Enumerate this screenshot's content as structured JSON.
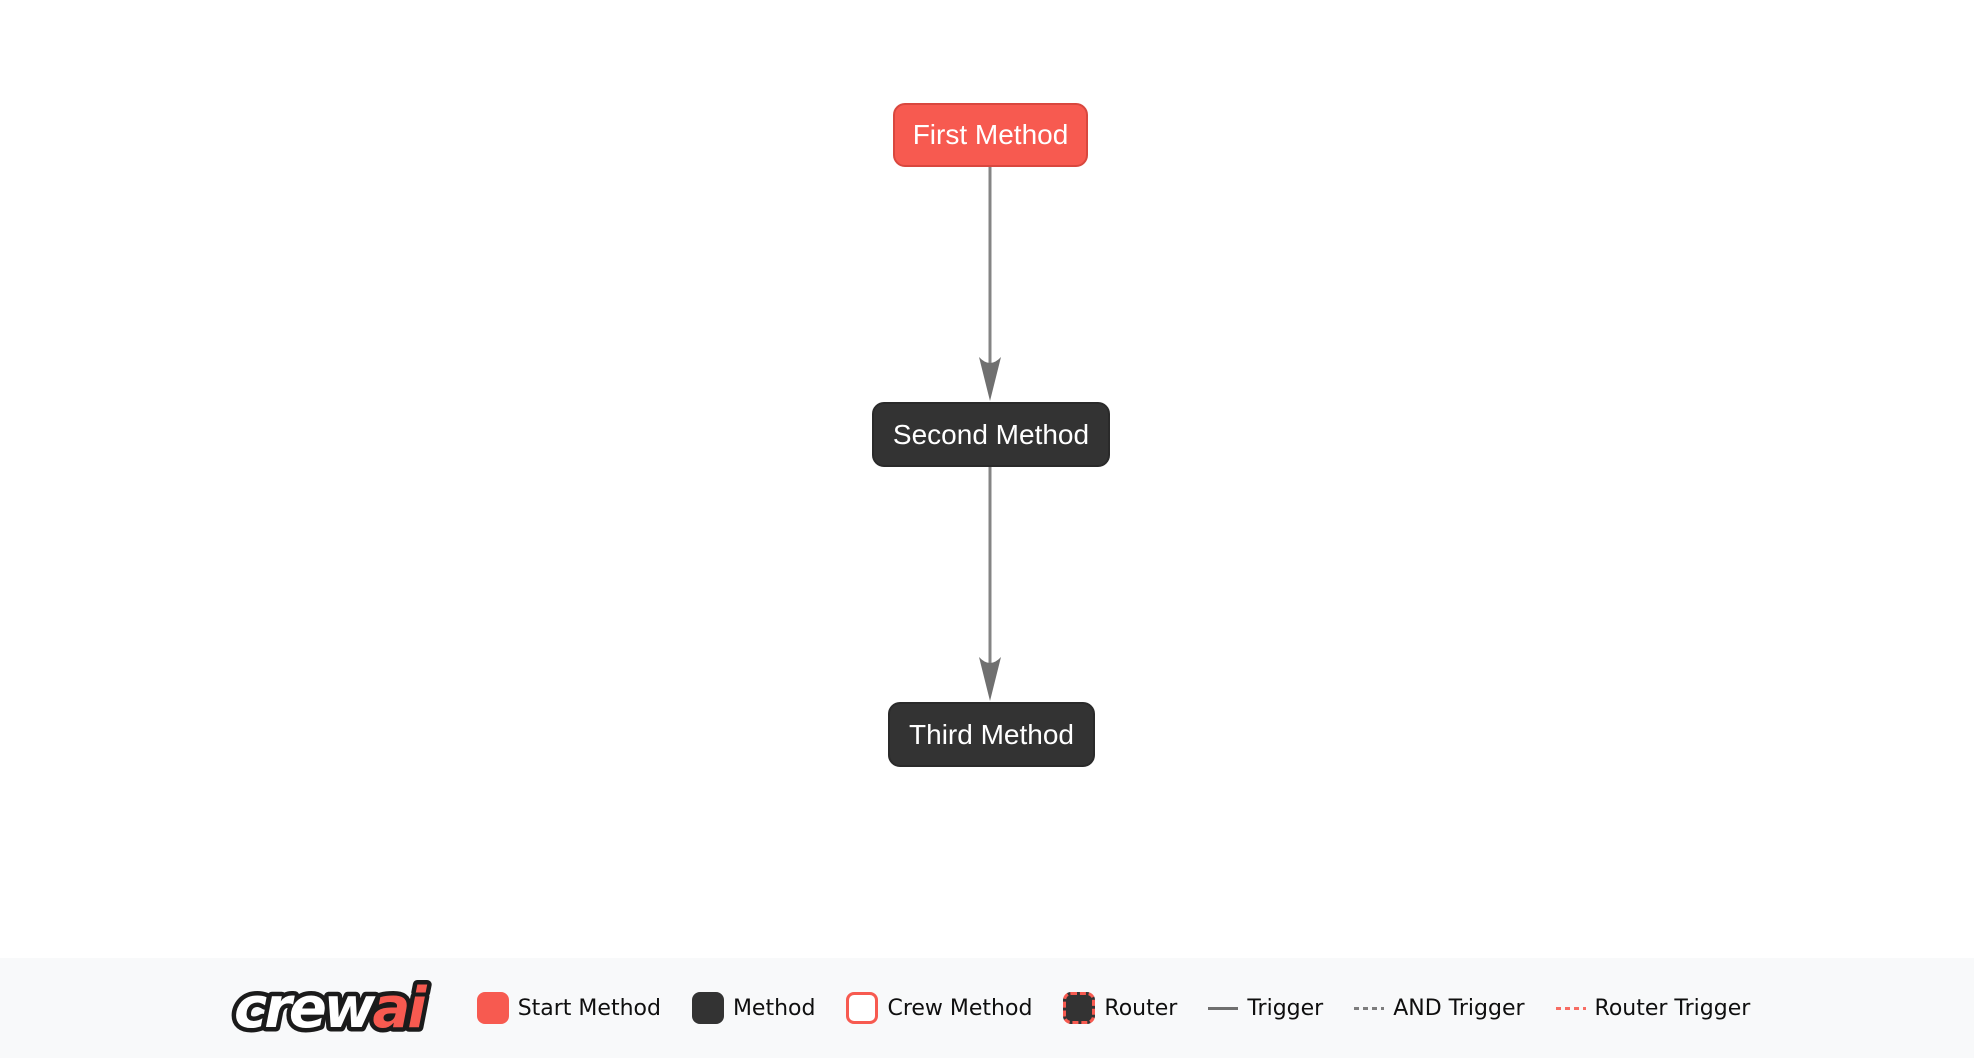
{
  "diagram": {
    "type": "flow-graph",
    "nodes": [
      {
        "id": "first_method",
        "label": "First Method",
        "role": "start-method",
        "fill": "#F75A50",
        "border": "#D9473E"
      },
      {
        "id": "second_method",
        "label": "Second Method",
        "role": "method",
        "fill": "#333333",
        "border": "#2A2A2A"
      },
      {
        "id": "third_method",
        "label": "Third Method",
        "role": "method",
        "fill": "#333333",
        "border": "#2A2A2A"
      }
    ],
    "edges": [
      {
        "from": "first_method",
        "to": "second_method",
        "type": "trigger",
        "color": "#848484"
      },
      {
        "from": "second_method",
        "to": "third_method",
        "type": "trigger",
        "color": "#848484"
      }
    ]
  },
  "legend": {
    "logo": {
      "part1": "crew",
      "part2": "ai"
    },
    "items": [
      {
        "label": "Start Method",
        "swatch": "start-node"
      },
      {
        "label": "Method",
        "swatch": "method-node"
      },
      {
        "label": "Crew Method",
        "swatch": "crew-node"
      },
      {
        "label": "Router",
        "swatch": "router-node"
      },
      {
        "label": "Trigger",
        "swatch": "solid-line"
      },
      {
        "label": "AND Trigger",
        "swatch": "dashed-line"
      },
      {
        "label": "Router Trigger",
        "swatch": "red-dashed-line"
      }
    ]
  },
  "colors": {
    "accent_red": "#F75A50",
    "node_dark": "#333333",
    "edge_gray": "#848484",
    "legend_background": "#F8F9FA"
  }
}
